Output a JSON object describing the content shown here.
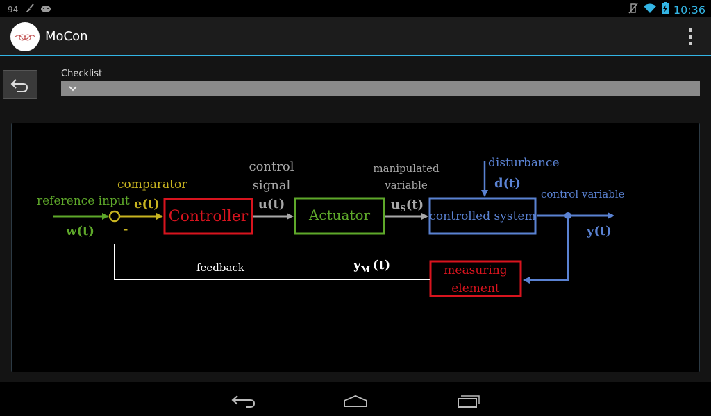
{
  "status_bar": {
    "notification_count": "94",
    "icons_left": [
      "broom-icon",
      "android-icon"
    ],
    "icons_right": [
      "vibrate-off-icon",
      "wifi-icon",
      "battery-charging-icon"
    ],
    "time": "10:36"
  },
  "action_bar": {
    "app_title": "MoCon",
    "overflow_icon": "overflow-menu-icon"
  },
  "back_button": {
    "icon": "undo-arrow-icon"
  },
  "checklist": {
    "label": "Checklist",
    "selected_value": ""
  },
  "diagram": {
    "reference_input_label": "reference input",
    "reference_input_signal": "w(t)",
    "comparator_label": "comparator",
    "error_signal": "e(t)",
    "minus_sign": "-",
    "controller": "Controller",
    "control_signal_label_line1": "control",
    "control_signal_label_line2": "signal",
    "control_signal": "u(t)",
    "actuator": "Actuator",
    "manipulated_variable_line1": "manipulated",
    "manipulated_variable_line2": "variable",
    "manipulated_signal_base": "u",
    "manipulated_signal_sub": "S",
    "manipulated_signal_arg": "(t)",
    "disturbance_label": "disturbance",
    "disturbance_signal": "d(t)",
    "controlled_system": "controlled system",
    "control_variable_label": "control variable",
    "output_signal": "y(t)",
    "feedback_label": "feedback",
    "measured_signal_base": "y",
    "measured_signal_sub": "M",
    "measured_signal_arg": "(t)",
    "measuring_element_line1": "measuring",
    "measuring_element_line2": "element",
    "colors": {
      "green": "#5ea82a",
      "yellow": "#c8b420",
      "red": "#d8141e",
      "blue": "#5a82d2",
      "gray": "#a8a8a8",
      "white": "#ffffff"
    }
  },
  "navigation_bar": {
    "icons": [
      "back-icon",
      "home-icon",
      "recent-apps-icon"
    ]
  }
}
